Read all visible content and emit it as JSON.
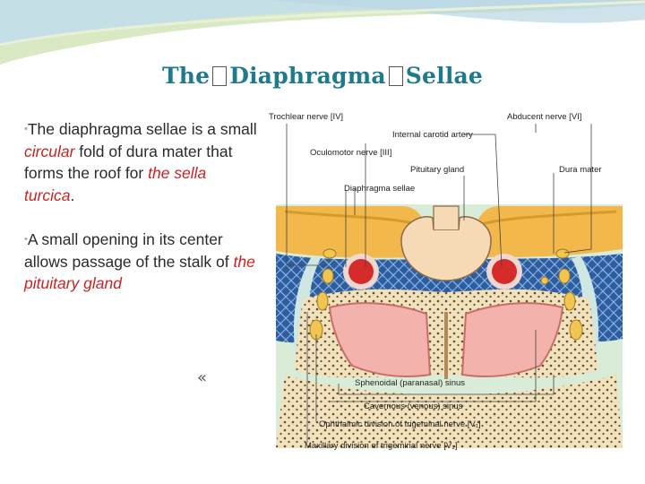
{
  "slide": {
    "title": {
      "part1": "The",
      "part2": "Diaphragma",
      "part3": "Sellae"
    },
    "bullets": [
      {
        "a": "The diaphragma sellae is a small ",
        "b": "circular",
        "c": "  fold of dura mater that forms the roof for ",
        "d": "the sella turcica",
        "e": "."
      },
      {
        "a": "A small opening in its center allows passage of the stalk of ",
        "b": "the pituitary gland"
      }
    ],
    "nav_glyph": "«"
  },
  "figure": {
    "labels": {
      "trochlear": "Trochlear nerve [IV]",
      "abducent": "Abducent nerve  [VI]",
      "carotid": "Internal carotid artery",
      "oculomotor": "Oculomotor nerve [III]",
      "pituitary": "Pituitary gland",
      "dura": "Dura mater",
      "diaphragma": "Diaphragma sellae",
      "sphenoidal": "Sphenoidal (paranasal) sinus",
      "cavernous": "Cavernous (venous) sinus",
      "ophthalmic": "Ophthalmic division of trigeminal nerve [V₁]",
      "maxillary": "Maxillary division of trigeminal nerve [V₂]"
    },
    "colors": {
      "dura": "#f2b84b",
      "venous": "#2e5d9f",
      "artery": "#d62b2b",
      "sinus": "#f3b2ac",
      "bone": "#f2e2b8",
      "gland": "#f6d9b5"
    }
  }
}
